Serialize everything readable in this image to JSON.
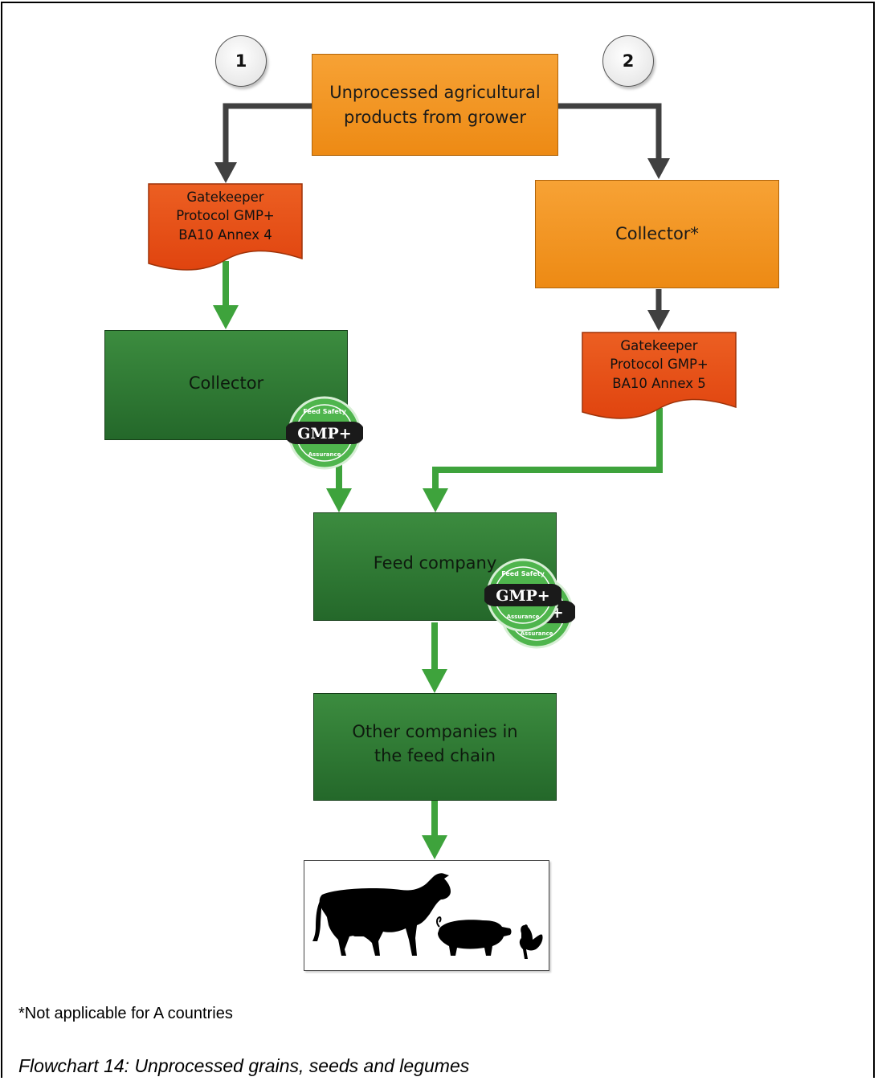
{
  "nodes": {
    "grower": {
      "line1": "Unprocessed agricultural",
      "line2": "products from grower"
    },
    "collector_route2": {
      "label": "Collector*"
    },
    "gatekeeper_annex4": {
      "line1": "Gatekeeper",
      "line2": "Protocol GMP+",
      "line3": "BA10 Annex 4"
    },
    "gatekeeper_annex5": {
      "line1": "Gatekeeper",
      "line2": "Protocol GMP+",
      "line3": "BA10 Annex 5"
    },
    "collector_route1": {
      "label": "Collector"
    },
    "feed_company": {
      "label": "Feed company"
    },
    "other_companies": {
      "line1": "Other companies in",
      "line2": "the feed chain"
    }
  },
  "route_markers": {
    "route1": "1",
    "route2": "2"
  },
  "badge": {
    "top_text": "Feed Safety",
    "main_text": "GMP+",
    "bottom_text": "Assurance"
  },
  "footnote": "*Not applicable for A countries",
  "caption": "Flowchart 14: Unprocessed grains, seeds and legumes",
  "colors": {
    "orange_process": "#f39424",
    "red_document": "#e8501c",
    "green_certified": "#2e7a33",
    "grey_arrow": "#404040",
    "green_arrow": "#3ea33c"
  }
}
